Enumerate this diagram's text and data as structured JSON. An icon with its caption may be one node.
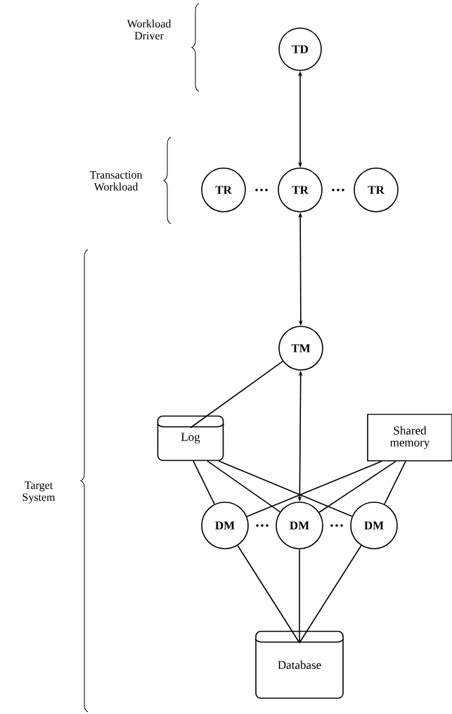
{
  "diagram": {
    "nodes": [
      {
        "text": [
          "TD"
        ]
      },
      {
        "text": [
          "TR"
        ]
      },
      {
        "text": [
          "TR"
        ]
      },
      {
        "text": [
          "TR"
        ]
      },
      {
        "text": [
          "TM"
        ]
      },
      {
        "text": [
          "Log"
        ]
      },
      {
        "text": [
          "Shared memory"
        ]
      },
      {
        "text": [
          "DM"
        ]
      },
      {
        "text": [
          "DM"
        ]
      },
      {
        "text": [
          "DM"
        ]
      },
      {
        "text": [
          "Database"
        ]
      }
    ],
    "edges": [
      {
        "from": 0,
        "to": 2,
        "arrow": "both"
      },
      {
        "from": 2,
        "to": 4,
        "arrow": "both"
      },
      {
        "from": 4,
        "to": 8,
        "arrow": "both"
      },
      {
        "from": 4,
        "to": 5,
        "arrow": "none"
      },
      {
        "from": 5,
        "to": 7,
        "arrow": "none"
      },
      {
        "from": 5,
        "to": 8,
        "arrow": "none"
      },
      {
        "from": 5,
        "to": 9,
        "arrow": "none"
      },
      {
        "from": 6,
        "to": 7,
        "arrow": "none"
      },
      {
        "from": 6,
        "to": 8,
        "arrow": "none"
      },
      {
        "from": 6,
        "to": 9,
        "arrow": "none"
      },
      {
        "from": 7,
        "to": 10,
        "arrow": "none"
      },
      {
        "from": 8,
        "to": 10,
        "arrow": "none"
      },
      {
        "from": 9,
        "to": 10,
        "arrow": "none"
      }
    ],
    "labels": [
      "Workload Driver",
      "Transaction Workload",
      "Target System"
    ]
  }
}
